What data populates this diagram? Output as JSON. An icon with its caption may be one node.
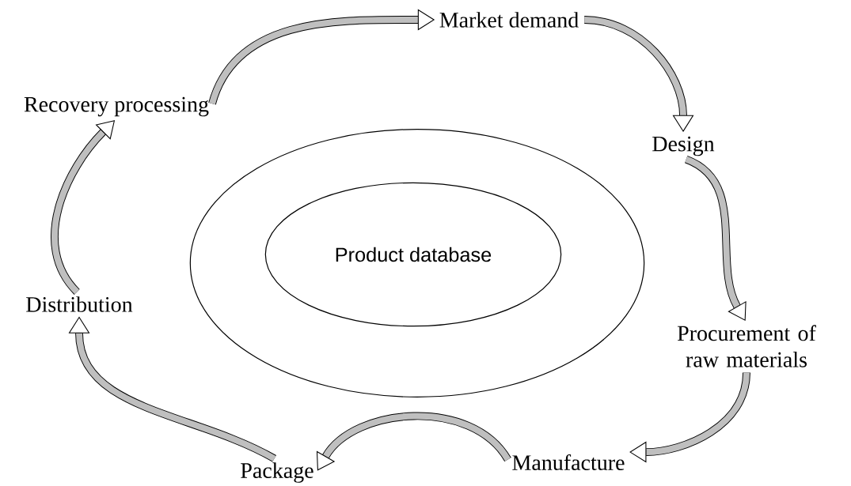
{
  "diagram": {
    "nodes": [
      {
        "text": [],
        "shape": "ellipse"
      },
      {
        "text": [
          "Product database"
        ],
        "in": 0
      },
      {
        "text": [
          "Market demand"
        ]
      },
      {
        "text": [
          "Design"
        ]
      },
      {
        "text": [
          "Procurement of raw materials"
        ]
      },
      {
        "text": [
          "Manufacture"
        ]
      },
      {
        "text": [
          "Package"
        ]
      },
      {
        "text": [
          "Distribution"
        ]
      },
      {
        "text": [
          "Recovery processing"
        ]
      }
    ],
    "edges": [
      {
        "from": 8,
        "to": 2,
        "arrow": "to"
      },
      {
        "from": 2,
        "to": 3,
        "arrow": "to"
      },
      {
        "from": 3,
        "to": 4,
        "arrow": "to"
      },
      {
        "from": 4,
        "to": 5,
        "arrow": "to"
      },
      {
        "from": 5,
        "to": 6,
        "arrow": "to"
      },
      {
        "from": 6,
        "to": 7,
        "arrow": "to"
      },
      {
        "from": 7,
        "to": 8,
        "arrow": "to"
      }
    ]
  }
}
